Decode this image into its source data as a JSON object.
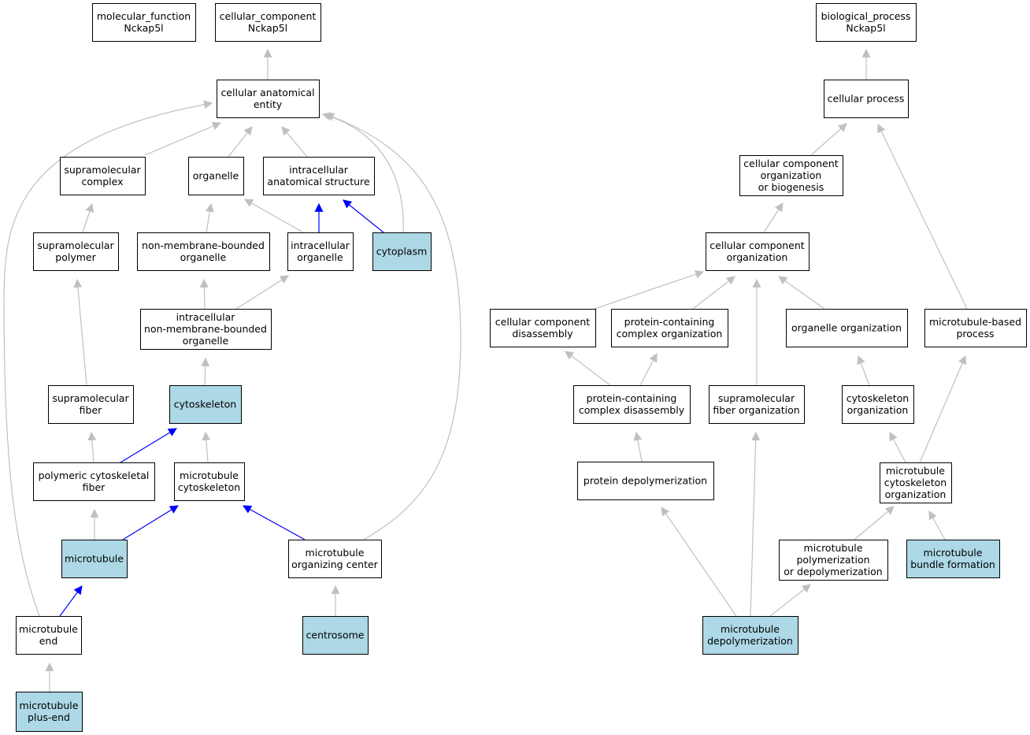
{
  "colors": {
    "node_fill": "#ffffff",
    "highlight_fill": "#add8e6",
    "edge_gray": "#c0c0c0",
    "edge_blue": "#0000ff"
  },
  "nodes": [
    {
      "id": "mf",
      "lines": [
        "molecular_function",
        "Nckap5l"
      ],
      "highlight": false
    },
    {
      "id": "cc",
      "lines": [
        "cellular_component",
        "Nckap5l"
      ],
      "highlight": false
    },
    {
      "id": "cae",
      "lines": [
        "cellular anatomical",
        "entity"
      ],
      "highlight": false
    },
    {
      "id": "smc",
      "lines": [
        "supramolecular",
        "complex"
      ],
      "highlight": false
    },
    {
      "id": "org",
      "lines": [
        "organelle"
      ],
      "highlight": false
    },
    {
      "id": "ias",
      "lines": [
        "intracellular",
        "anatomical structure"
      ],
      "highlight": false
    },
    {
      "id": "smp",
      "lines": [
        "supramolecular",
        "polymer"
      ],
      "highlight": false
    },
    {
      "id": "nmbo",
      "lines": [
        "non-membrane-bounded",
        "organelle"
      ],
      "highlight": false
    },
    {
      "id": "io",
      "lines": [
        "intracellular",
        "organelle"
      ],
      "highlight": false
    },
    {
      "id": "cyto",
      "lines": [
        "cytoplasm"
      ],
      "highlight": true
    },
    {
      "id": "inmbo",
      "lines": [
        "intracellular",
        "non-membrane-bounded",
        "organelle"
      ],
      "highlight": false
    },
    {
      "id": "smf",
      "lines": [
        "supramolecular",
        "fiber"
      ],
      "highlight": false
    },
    {
      "id": "csk",
      "lines": [
        "cytoskeleton"
      ],
      "highlight": true
    },
    {
      "id": "pcf",
      "lines": [
        "polymeric cytoskeletal",
        "fiber"
      ],
      "highlight": false
    },
    {
      "id": "mtcsk",
      "lines": [
        "microtubule",
        "cytoskeleton"
      ],
      "highlight": false
    },
    {
      "id": "mt",
      "lines": [
        "microtubule"
      ],
      "highlight": true
    },
    {
      "id": "mtoc",
      "lines": [
        "microtubule",
        "organizing center"
      ],
      "highlight": false
    },
    {
      "id": "mtend",
      "lines": [
        "microtubule",
        "end"
      ],
      "highlight": false
    },
    {
      "id": "centro",
      "lines": [
        "centrosome"
      ],
      "highlight": true
    },
    {
      "id": "mtplus",
      "lines": [
        "microtubule",
        "plus-end"
      ],
      "highlight": true
    },
    {
      "id": "bp",
      "lines": [
        "biological_process",
        "Nckap5l"
      ],
      "highlight": false
    },
    {
      "id": "cp",
      "lines": [
        "cellular process"
      ],
      "highlight": false
    },
    {
      "id": "ccob",
      "lines": [
        "cellular component",
        "organization",
        "or biogenesis"
      ],
      "highlight": false
    },
    {
      "id": "cco",
      "lines": [
        "cellular component",
        "organization"
      ],
      "highlight": false
    },
    {
      "id": "ccd",
      "lines": [
        "cellular component",
        "disassembly"
      ],
      "highlight": false
    },
    {
      "id": "pcco",
      "lines": [
        "protein-containing",
        "complex organization"
      ],
      "highlight": false
    },
    {
      "id": "oo",
      "lines": [
        "organelle organization"
      ],
      "highlight": false
    },
    {
      "id": "mtbp",
      "lines": [
        "microtubule-based",
        "process"
      ],
      "highlight": false
    },
    {
      "id": "pccd",
      "lines": [
        "protein-containing",
        "complex disassembly"
      ],
      "highlight": false
    },
    {
      "id": "smfo",
      "lines": [
        "supramolecular",
        "fiber organization"
      ],
      "highlight": false
    },
    {
      "id": "csko",
      "lines": [
        "cytoskeleton",
        "organization"
      ],
      "highlight": false
    },
    {
      "id": "pdp",
      "lines": [
        "protein depolymerization"
      ],
      "highlight": false
    },
    {
      "id": "mtcsko",
      "lines": [
        "microtubule",
        "cytoskeleton",
        "organization"
      ],
      "highlight": false
    },
    {
      "id": "mtpd",
      "lines": [
        "microtubule",
        "polymerization",
        "or depolymerization"
      ],
      "highlight": false
    },
    {
      "id": "mtbf",
      "lines": [
        "microtubule",
        "bundle formation"
      ],
      "highlight": true
    },
    {
      "id": "mtdp",
      "lines": [
        "microtubule",
        "depolymerization"
      ],
      "highlight": true
    }
  ]
}
